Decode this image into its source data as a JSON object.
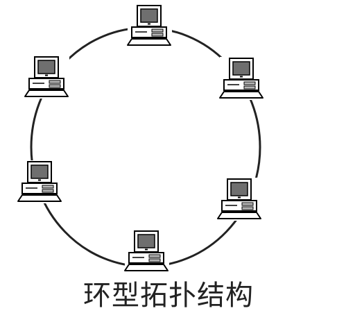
{
  "diagram": {
    "caption": "环型拓扑结构",
    "nodes": [
      {
        "name": "computer-top"
      },
      {
        "name": "computer-upper-right"
      },
      {
        "name": "computer-lower-right"
      },
      {
        "name": "computer-bottom"
      },
      {
        "name": "computer-lower-left"
      },
      {
        "name": "computer-upper-left"
      }
    ]
  },
  "colors": {
    "ring": "#222222",
    "outline": "#000000",
    "screen": "#6f6f6f",
    "case": "#ffffff",
    "drive": "#b8b8b8"
  }
}
